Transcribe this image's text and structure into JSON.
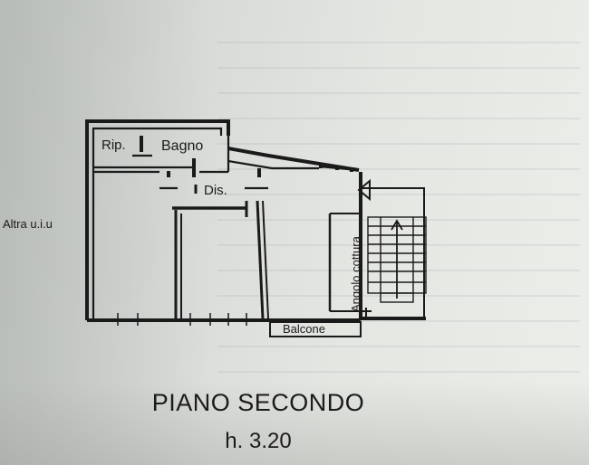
{
  "labels": {
    "rip": "Rip.",
    "bagno": "Bagno",
    "dis": "Dis.",
    "altra": "Altra u.i.u",
    "angolo": "Angolo cottura",
    "balcone": "Balcone"
  },
  "caption": {
    "title": "PIANO SECONDO",
    "height": "h. 3.20"
  }
}
